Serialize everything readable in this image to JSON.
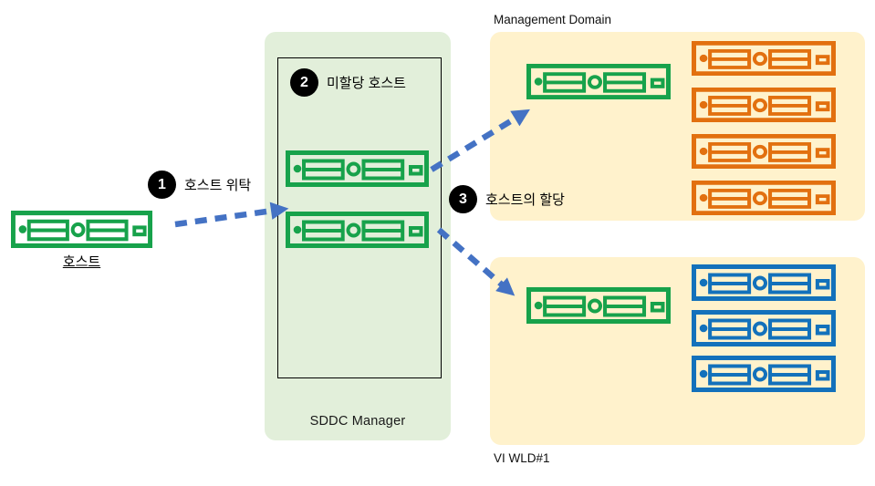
{
  "diagram": {
    "host": {
      "label": "호스트"
    },
    "steps": [
      {
        "num": "1",
        "label": "호스트 위탁"
      },
      {
        "num": "2",
        "label": "미할당 호스트"
      },
      {
        "num": "3",
        "label": "호스트의 할당"
      }
    ],
    "sddc": {
      "label": "SDDC Manager",
      "unassigned_host_count": 2
    },
    "management_domain": {
      "title": "Management Domain",
      "newly_assigned_host_count": 1,
      "member_host_count": 4
    },
    "vi_wld": {
      "title": "VI WLD#1",
      "newly_assigned_host_count": 1,
      "member_host_count": 3
    },
    "colors": {
      "green": "#17A24B",
      "orange": "#E2700F",
      "blue": "#1371BB",
      "arrow": "#4472C4",
      "sddc_bg": "#E2EFDA",
      "domain_bg": "#FFF2CC",
      "badge_bg": "#000000",
      "badge_text": "#FFFFFF"
    }
  }
}
